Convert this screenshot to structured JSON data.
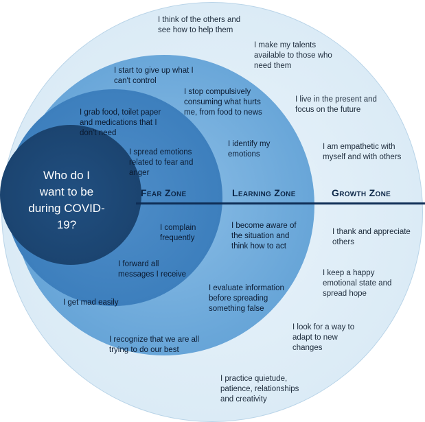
{
  "center": {
    "question": "Who do I\nwant to be\nduring COVID-\n19?"
  },
  "zones": {
    "fear": "Fear Zone",
    "learning": "Learning Zone",
    "growth": "Growth Zone"
  },
  "fear_items": [
    "I grab food, toilet paper\nand medications that I\ndon't need",
    "I spread emotions\nrelated to fear and\nanger",
    "I complain\nfrequently",
    "I forward all\nmessages I receive",
    "I get mad easily"
  ],
  "learning_items": [
    "I start to give up what I\ncan't control",
    "I stop compulsively\nconsuming what hurts\nme, from food to news",
    "I identify my\nemotions",
    "I become aware of\nthe situation and\nthink how to act",
    "I evaluate information\nbefore spreading\nsomething false",
    "I recognize that we are all\ntrying to do our best"
  ],
  "growth_items": [
    "I think of the others and\nsee how to help them",
    "I make my talents\navailable to those who\nneed them",
    "I live in the present and\nfocus on the future",
    "I am empathetic with\nmyself and with others",
    "I thank and appreciate\nothers",
    "I keep a happy\nemotional state and\nspread hope",
    "I look for a way to\nadapt to new\nchanges",
    "I practice quietude,\npatience, relationships\nand creativity"
  ],
  "colors": {
    "growth_ring": "#dbebf6",
    "learning_ring": "#6aa7d9",
    "fear_ring": "#3d7fbd",
    "core_circle": "#1b4470",
    "divider": "#0e2d55"
  }
}
